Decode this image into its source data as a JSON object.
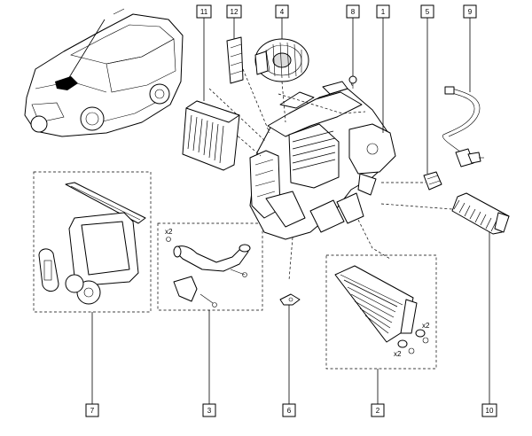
{
  "callouts": {
    "c1": "1",
    "c2": "2",
    "c3": "3",
    "c4": "4",
    "c5": "5",
    "c6": "6",
    "c7": "7",
    "c8": "8",
    "c9": "9",
    "c10": "10",
    "c11": "11",
    "c12": "12"
  },
  "quantities": {
    "q3": "x2",
    "q2a": "x2",
    "q2b": "x2"
  },
  "icons": {
    "vehicle": "suv-vehicle-icon",
    "blower": "blower-fan-icon"
  }
}
